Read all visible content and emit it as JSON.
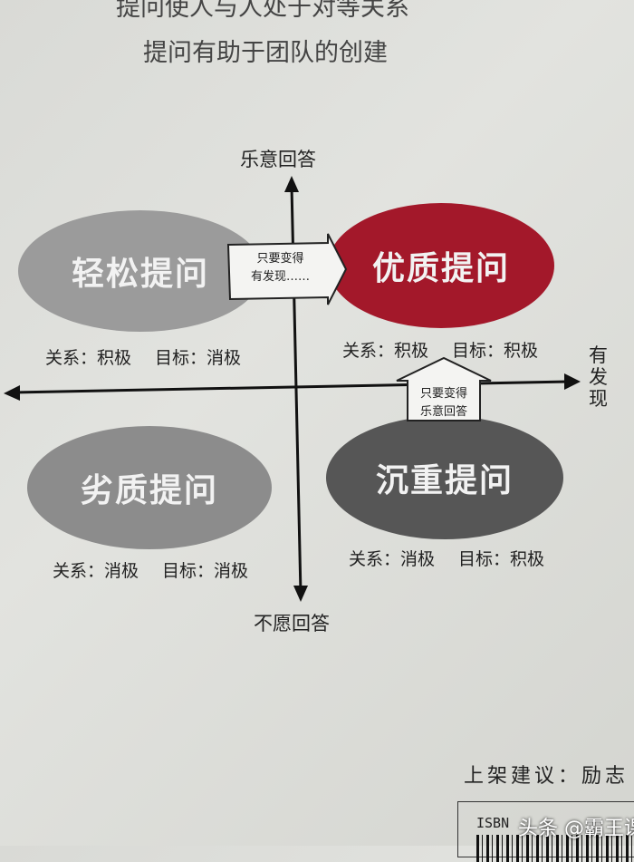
{
  "page": {
    "heading_cut": "提问使人与人处于对等关系",
    "heading": "提问有助于团队的创建",
    "shelf_note": "上架建议：励志",
    "isbn": "ISBN"
  },
  "axes": {
    "top": "乐意回答",
    "bottom": "不愿回答",
    "right": "有发现"
  },
  "quadrants": [
    {
      "title": "轻松提问",
      "relation": "关系：积极",
      "goal": "目标：消极",
      "color": "#9b9b9b"
    },
    {
      "title": "优质提问",
      "relation": "关系：积极",
      "goal": "目标：积极",
      "color": "#a3182a"
    },
    {
      "title": "劣质提问",
      "relation": "关系：消极",
      "goal": "目标：消极",
      "color": "#8c8c8c"
    },
    {
      "title": "沉重提问",
      "relation": "关系：消极",
      "goal": "目标：积极",
      "color": "#565656"
    }
  ],
  "arrows": {
    "right": {
      "line1": "只要变得",
      "line2": "有发现……"
    },
    "up": {
      "line1": "只要变得",
      "line2": "乐意回答"
    }
  },
  "watermark": "头条 @霸王课"
}
